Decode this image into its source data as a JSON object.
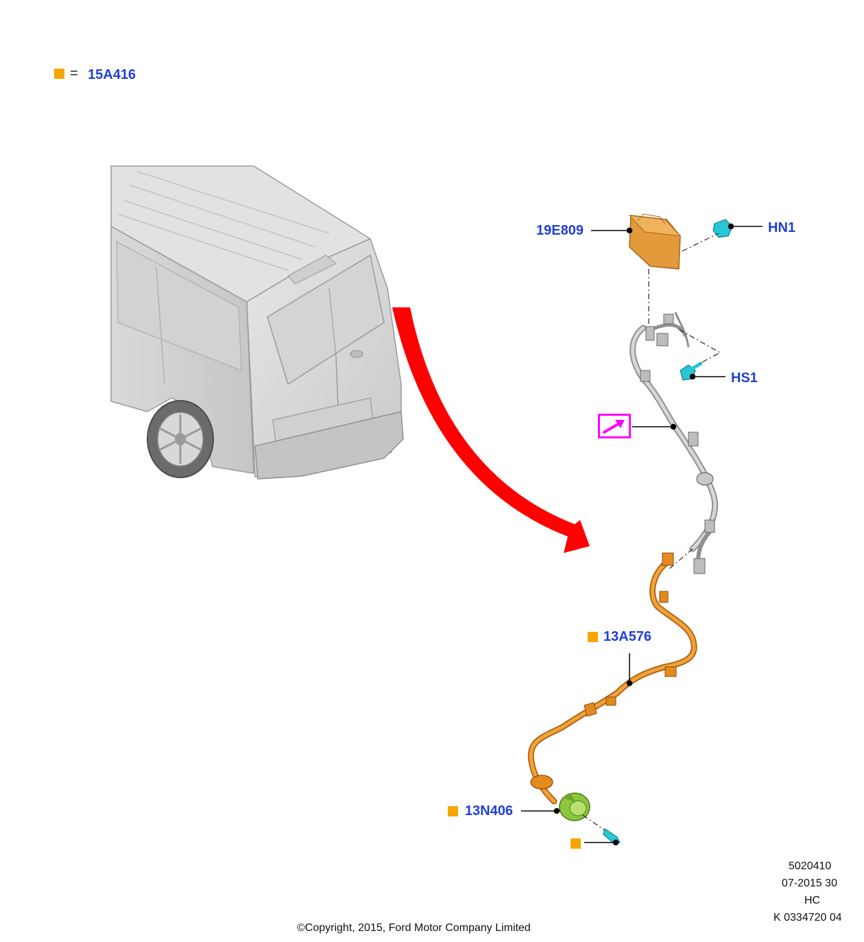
{
  "legend": {
    "marker_color": "#f7a600",
    "equals": "=",
    "code": "15A416"
  },
  "parts": {
    "module": "19E809",
    "nut": "HN1",
    "screw": "HS1",
    "harness": "13A576",
    "socket": "13N406"
  },
  "reference_icon": "detail-arrow-icon",
  "footer": {
    "illustration_number": "5020410",
    "date_code": "07-2015 30",
    "region": "HC",
    "catalog_code": "K 0334720 04",
    "copyright": "©Copyright, 2015, Ford Motor Company Limited"
  },
  "colors": {
    "label": "#1f3fd6",
    "marker": "#f7a600",
    "arrow": "#ff0000",
    "harness": "#e58a1e",
    "module": "#e39a3b",
    "fastener": "#29c7d6",
    "socket": "#8dc63f",
    "reference": "#ff00ff"
  }
}
